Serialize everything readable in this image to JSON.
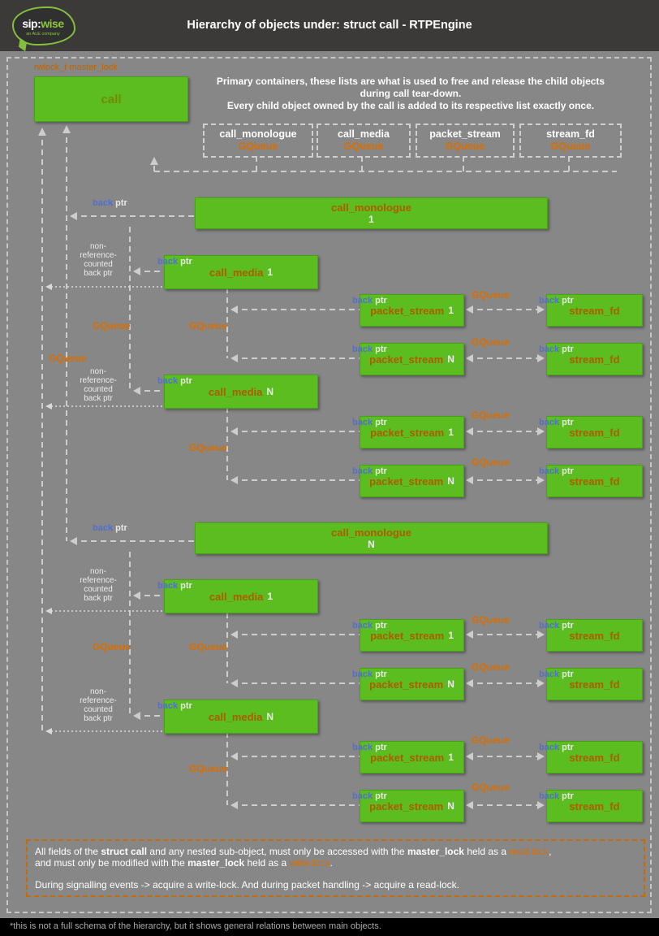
{
  "header": {
    "title": "Hierarchy of objects under: struct call - RTPEngine",
    "logo": {
      "sip": "sip:",
      "wise": "wise",
      "tagline": "an ALE company"
    }
  },
  "colors": {
    "background": "#878787",
    "header_bg": "#3b3a39",
    "node_green": "#5bbd20",
    "accent_orange": "#d96d00",
    "node_name_brown": "#ad5c00",
    "call_olive": "#758a00",
    "back_ptr_blue": "#5070d0",
    "line_gray": "#cdcdcd"
  },
  "diagram": {
    "master_lock_label": "rwlock_t master_lock",
    "call_label": "call",
    "intro_lines": [
      "Primary containers, these lists are what is used to free and release the child objects",
      "during call tear-down.",
      "Every child object owned by the call is added to its respective list exactly once."
    ],
    "queue_lists": [
      {
        "name": "call_monologue",
        "type": "GQueue"
      },
      {
        "name": "call_media",
        "type": "GQueue"
      },
      {
        "name": "packet_stream",
        "type": "GQueue"
      },
      {
        "name": "stream_fd",
        "type": "GQueue"
      }
    ],
    "labels": {
      "back": "back",
      "ptr": "ptr",
      "gqueue": "GQueue",
      "nonref_lines": [
        "non-",
        "reference-",
        "counted",
        "back ptr"
      ]
    },
    "nodes": {
      "monologue": "call_monologue",
      "media": "call_media",
      "packet_stream": "packet_stream",
      "stream_fd": "stream_fd",
      "idx_one": "1",
      "idx_n": "N"
    }
  },
  "note": {
    "seg1": "All fields of the ",
    "bold1": "struct call",
    "seg2": " and any nested sub-object, must only be accessed with the ",
    "bold2": "master_lock",
    "seg3": " held as a ",
    "link1": "read lock",
    "seg4": ",",
    "seg5": "and must only be modified with the ",
    "bold3": "master_lock",
    "seg6": " held as a ",
    "link2": "write lock",
    "seg7": ".",
    "line3": "During signalling events -> acquire a write-lock. And during packet handling -> acquire a read-lock."
  },
  "footnote": "*this is not a full schema of the hierarchy, but it shows general relations between main objects."
}
